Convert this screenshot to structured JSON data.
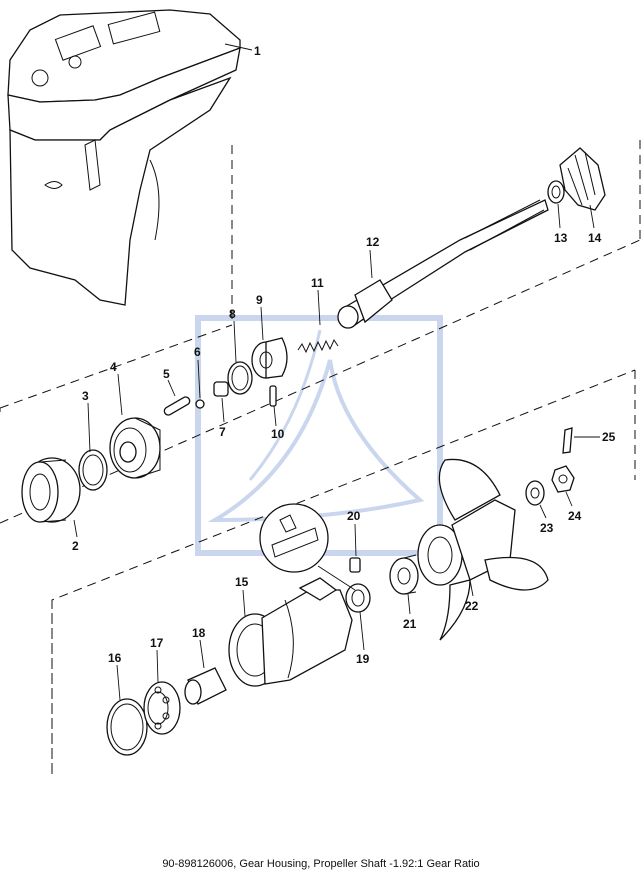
{
  "caption": "90-898126006, Gear Housing, Propeller Shaft -1.92:1 Gear Ratio",
  "part_numbers": [
    "1",
    "2",
    "3",
    "4",
    "5",
    "6",
    "7",
    "8",
    "9",
    "10",
    "11",
    "12",
    "13",
    "14",
    "15",
    "16",
    "17",
    "18",
    "19",
    "20",
    "21",
    "22",
    "23",
    "24",
    "25"
  ],
  "colors": {
    "line": "#111111",
    "watermark": "#c9d6ee",
    "background": "#ffffff"
  }
}
